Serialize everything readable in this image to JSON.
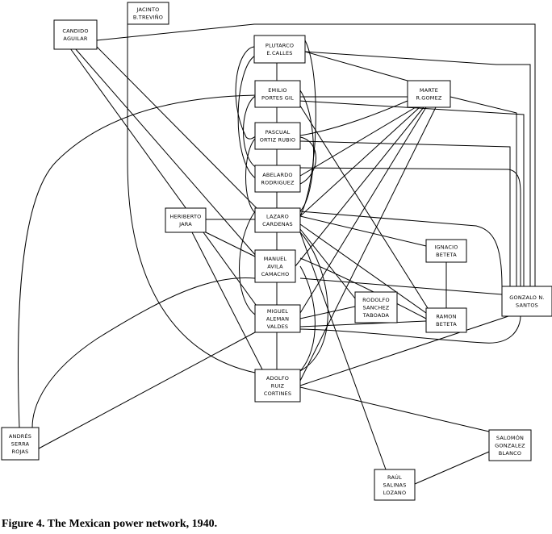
{
  "nodes": {
    "jacinto": [
      "JACINTO",
      "B.TREVIÑO"
    ],
    "candido": [
      "CANDIDO",
      "AGUILAR"
    ],
    "calles": [
      "PLUTARCO",
      "E.CALLES"
    ],
    "portes": [
      "EMILIO",
      "PORTES GIL"
    ],
    "marte": [
      "MARTE",
      "R.GOMEZ"
    ],
    "ortiz": [
      "PASCUAL",
      "ORTIZ RUBIO"
    ],
    "abelardo": [
      "ABELARDO",
      "RODRIGUEZ"
    ],
    "heriberto": [
      "HERIBERTO",
      "JARA"
    ],
    "lazaro": [
      "LAZARO",
      "CARDENAS"
    ],
    "ignacio": [
      "IGNACIO",
      "BETETA"
    ],
    "manuel": [
      "MANUEL",
      "AVILA",
      "CAMACHO"
    ],
    "gonzalo": [
      "GONZALO N.",
      "SANTOS"
    ],
    "rodolfo": [
      "RODOLFO",
      "SANCHEZ",
      "TABOADA"
    ],
    "miguel": [
      "MIGUEL",
      "ALEMAN",
      "VALDES"
    ],
    "ramon": [
      "RAMON",
      "BETETA"
    ],
    "adolfo": [
      "ADOLFO",
      "RUIZ",
      "CORTINES"
    ],
    "andres": [
      "ANDRÉS",
      "SERRA",
      "ROJAS"
    ],
    "salomon": [
      "SALOMÓN",
      "GONZALEZ",
      "BLANCO"
    ],
    "raul": [
      "RAÚL",
      "SALINAS",
      "LOZANO"
    ]
  },
  "caption": "Figure 4. The Mexican power network, 1940."
}
